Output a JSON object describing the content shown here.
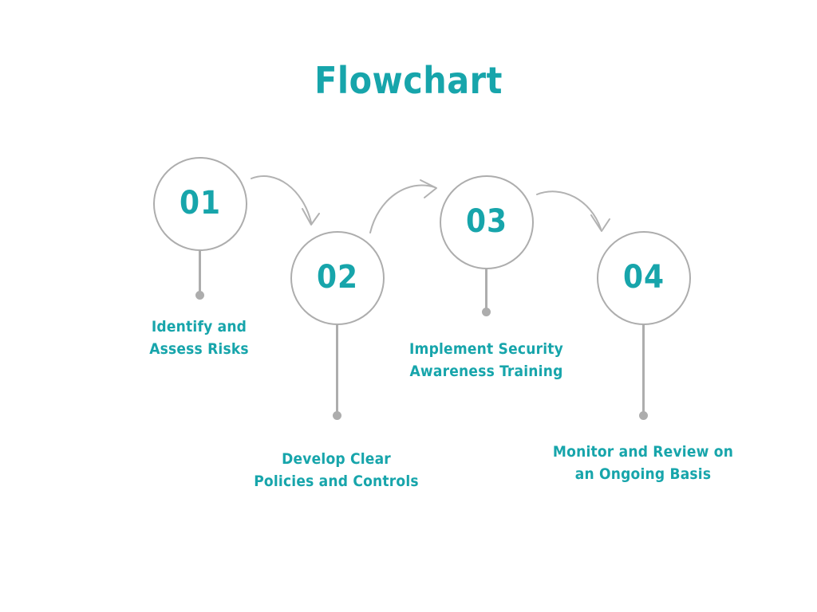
{
  "page": {
    "title": "Flowchart",
    "background_color": "#ffffff"
  },
  "colors": {
    "accent_teal": "#17a5ab",
    "connector_gray": "#adadad"
  },
  "chart_data": {
    "type": "diagram",
    "diagram_type": "flowchart",
    "title": "Flowchart",
    "orientation": "left-to-right zigzag",
    "node_count": 4,
    "nodes": [
      {
        "number": "01",
        "label_line1": "Identify and",
        "label_line2": "Assess Risks",
        "label_full": "Identify and Assess Risks"
      },
      {
        "number": "02",
        "label_line1": "Develop Clear",
        "label_line2": "Policies and Controls",
        "label_full": "Develop Clear Policies and Controls"
      },
      {
        "number": "03",
        "label_line1": "Implement Security",
        "label_line2": "Awareness Training",
        "label_full": "Implement Security Awareness Training"
      },
      {
        "number": "04",
        "label_line1": "Monitor and Review on",
        "label_line2": "an Ongoing Basis",
        "label_full": "Monitor and Review on an Ongoing Basis"
      }
    ],
    "connections": [
      {
        "from": "01",
        "to": "02",
        "style": "curved-arrow-down"
      },
      {
        "from": "02",
        "to": "03",
        "style": "curved-arrow-up"
      },
      {
        "from": "03",
        "to": "04",
        "style": "curved-arrow-down"
      }
    ]
  }
}
